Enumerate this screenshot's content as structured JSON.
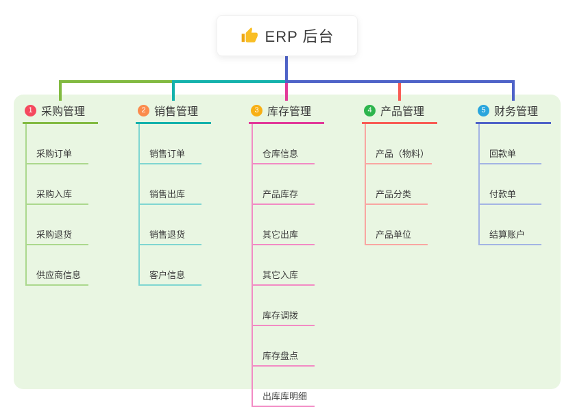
{
  "root": {
    "title": "ERP 后台",
    "icon": "thumbs-up-icon"
  },
  "colors": {
    "root_connector": "#4f63c8",
    "panel_bg": "#e9f6e2",
    "text": "#3c3c3c",
    "thumb_gold": "#f9be25",
    "thumb_cuff": "#eda714"
  },
  "branches": [
    {
      "index": "1",
      "title": "采购管理",
      "badge_color": "#f5495e",
      "line_color": "#82ba41",
      "child_line_color": "#abd88d",
      "children": [
        "采购订单",
        "采购入库",
        "采购退货",
        "供应商信息"
      ]
    },
    {
      "index": "2",
      "title": "销售管理",
      "badge_color": "#fb8b4d",
      "line_color": "#14b2ac",
      "child_line_color": "#7fd6d1",
      "children": [
        "销售订单",
        "销售出库",
        "销售退货",
        "客户信息"
      ]
    },
    {
      "index": "3",
      "title": "库存管理",
      "badge_color": "#f8b015",
      "line_color": "#e23a99",
      "child_line_color": "#f28ac4",
      "children": [
        "仓库信息",
        "产品库存",
        "其它出库",
        "其它入库",
        "库存调拨",
        "库存盘点",
        "出库库明细"
      ]
    },
    {
      "index": "4",
      "title": "产品管理",
      "badge_color": "#2db54d",
      "line_color": "#f85c55",
      "child_line_color": "#f9a6a1",
      "children": [
        "产品（物料）",
        "产品分类",
        "产品单位"
      ]
    },
    {
      "index": "5",
      "title": "财务管理",
      "badge_color": "#29a5dd",
      "line_color": "#4f63c8",
      "child_line_color": "#a3b4e4",
      "children": [
        "回款单",
        "付款单",
        "结算账户"
      ]
    }
  ]
}
